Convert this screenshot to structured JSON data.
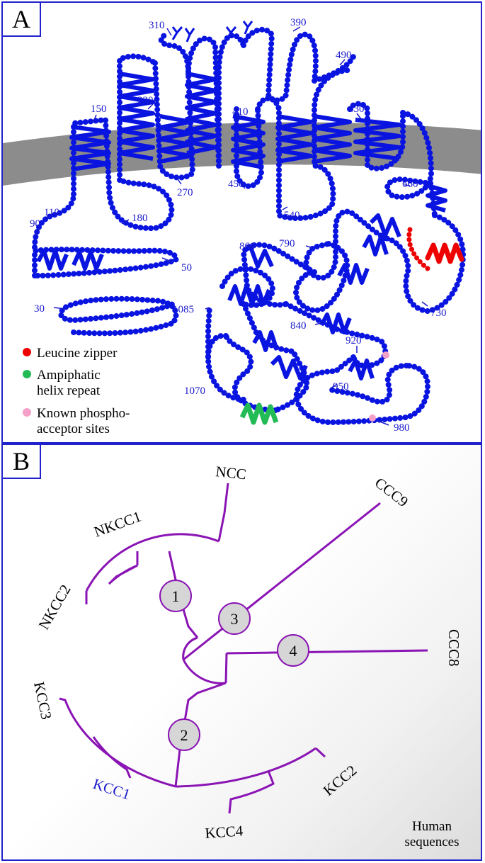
{
  "panel_a": {
    "letter": "A",
    "residue_labels": [
      "30",
      "50",
      "90",
      "110",
      "150",
      "180",
      "230",
      "270",
      "310",
      "390",
      "410",
      "450",
      "490",
      "540",
      "630",
      "660",
      "730",
      "790",
      "840",
      "860",
      "920",
      "950",
      "980",
      "1070",
      "1085"
    ],
    "legend": [
      {
        "text": [
          "Leucine zipper"
        ],
        "color": "#ee0000"
      },
      {
        "text": [
          "Ampiphatic",
          "helix repeat"
        ],
        "color": "#22bb55"
      },
      {
        "text": [
          "Known phospho-",
          "acceptor sites"
        ],
        "color": "#f4a0c8"
      }
    ],
    "colors": {
      "chain": "#0a14e0",
      "membrane": "#8c8c8c",
      "label": "#1a1acc"
    }
  },
  "panel_b": {
    "letter": "B",
    "leaves": [
      "NCC",
      "NKCC1",
      "NKCC2",
      "CCC9",
      "CCC8",
      "KCC3",
      "KCC1",
      "KCC4",
      "KCC2"
    ],
    "nodes": [
      "1",
      "2",
      "3",
      "4"
    ],
    "footer": [
      "Human",
      "sequences"
    ],
    "colors": {
      "tree": "#8a14b4",
      "node_fill": "#d6d6d6",
      "kcc1": "#1a1acc"
    }
  }
}
